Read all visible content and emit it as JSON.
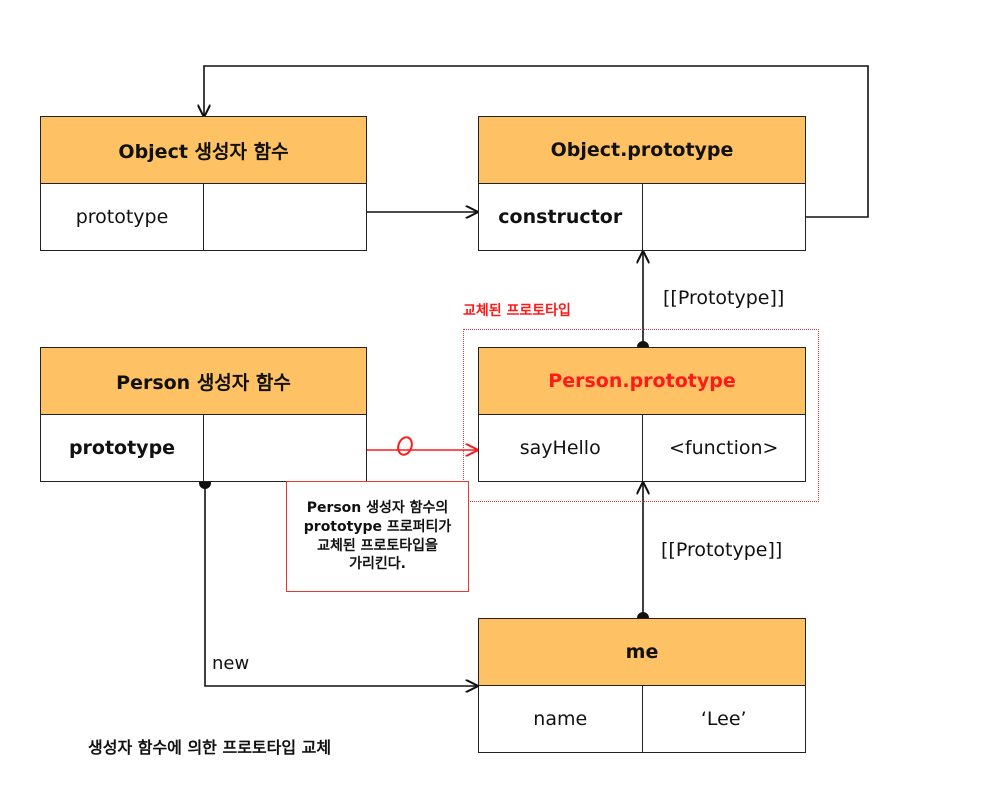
{
  "object_ctor": {
    "title": "Object 생성자 함수",
    "key": "prototype",
    "value": ""
  },
  "object_proto": {
    "title": "Object.prototype",
    "key": "constructor",
    "value": ""
  },
  "person_ctor": {
    "title": "Person 생성자 함수",
    "key": "prototype",
    "value": ""
  },
  "person_proto": {
    "title": "Person.prototype",
    "key": "sayHello",
    "value": "<function>"
  },
  "me": {
    "title": "me",
    "key": "name",
    "value": "‘Lee’"
  },
  "labels": {
    "replaced_prototype": "교체된 프로토타입",
    "prototype_link_1": "[[Prototype]]",
    "prototype_link_2": "[[Prototype]]",
    "new": "new",
    "caption": "생성자 함수에 의한 프로토타입 교체"
  },
  "callout": {
    "lines": [
      "Person 생성자 함수의",
      "prototype 프로퍼티가",
      "교체된 프로토타입을",
      "가리킨다."
    ]
  },
  "colors": {
    "header_fill": "#fec163",
    "highlight_red": "#ff1a1a",
    "line": "#111111"
  }
}
